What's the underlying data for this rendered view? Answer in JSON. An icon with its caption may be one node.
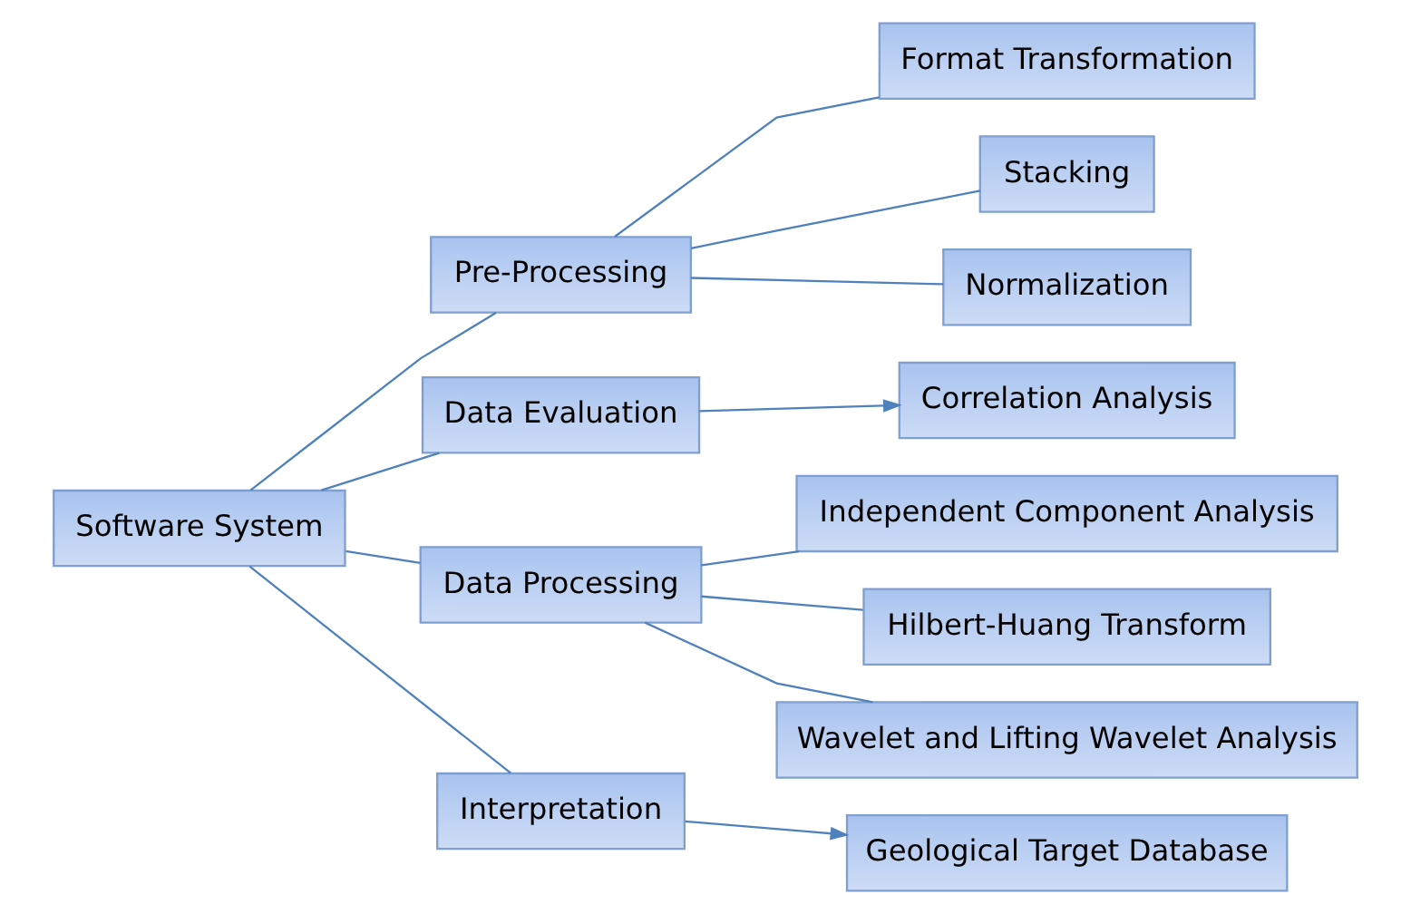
{
  "diagram": {
    "nodes": [
      {
        "text": [
          "Software System"
        ]
      },
      {
        "text": [
          "Pre-Processing"
        ]
      },
      {
        "text": [
          "Data Evaluation"
        ]
      },
      {
        "text": [
          "Data Processing"
        ]
      },
      {
        "text": [
          "Interpretation"
        ]
      },
      {
        "text": [
          "Format Transformation"
        ]
      },
      {
        "text": [
          "Stacking"
        ]
      },
      {
        "text": [
          "Normalization"
        ]
      },
      {
        "text": [
          "Correlation Analysis"
        ]
      },
      {
        "text": [
          "Independent Component Analysis"
        ]
      },
      {
        "text": [
          "Hilbert-Huang Transform"
        ]
      },
      {
        "text": [
          "Wavelet and Lifting Wavelet Analysis"
        ]
      },
      {
        "text": [
          "Geological Target Database"
        ]
      }
    ],
    "edges": [
      {
        "from": 0,
        "to": 1,
        "arrow": "none"
      },
      {
        "from": 0,
        "to": 2,
        "arrow": "none"
      },
      {
        "from": 0,
        "to": 3,
        "arrow": "none"
      },
      {
        "from": 0,
        "to": 4,
        "arrow": "none"
      },
      {
        "from": 1,
        "to": 5,
        "arrow": "none"
      },
      {
        "from": 1,
        "to": 6,
        "arrow": "none"
      },
      {
        "from": 1,
        "to": 7,
        "arrow": "none"
      },
      {
        "from": 2,
        "to": 8,
        "arrow": "to"
      },
      {
        "from": 3,
        "to": 9,
        "arrow": "none"
      },
      {
        "from": 3,
        "to": 10,
        "arrow": "none"
      },
      {
        "from": 3,
        "to": 11,
        "arrow": "none"
      },
      {
        "from": 4,
        "to": 12,
        "arrow": "to"
      }
    ]
  }
}
